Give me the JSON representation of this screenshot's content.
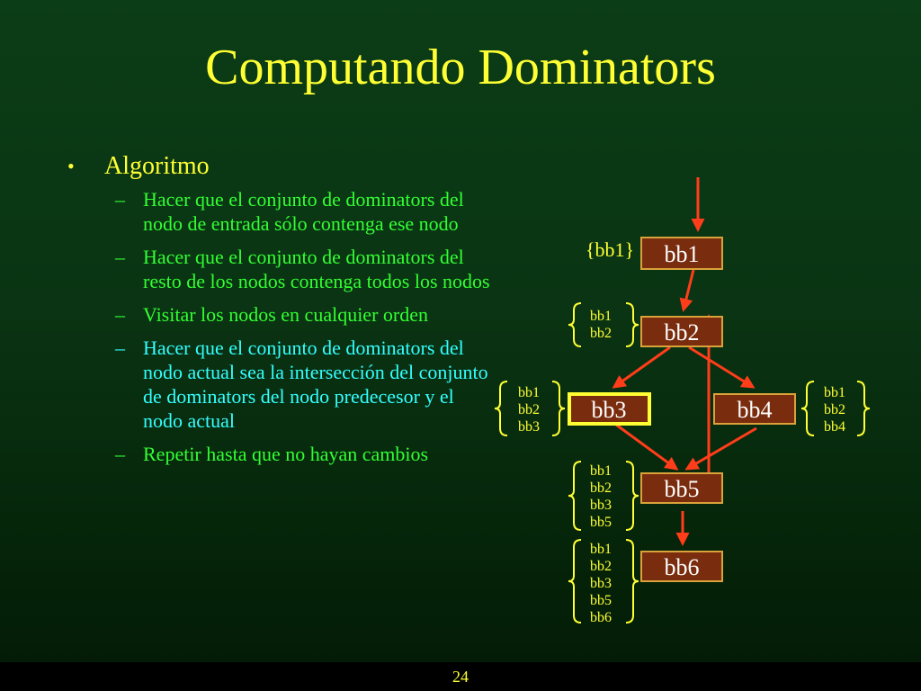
{
  "title": "Computando Dominators",
  "bullet": "Algoritmo",
  "steps": [
    {
      "text": "Hacer que el conjunto de dominators del nodo de entrada sólo contenga ese nodo",
      "color": "#33ff33"
    },
    {
      "text": "Hacer que el conjunto de dominators del resto de los nodos contenga todos los nodos",
      "color": "#33ff33"
    },
    {
      "text": "Visitar los nodos en cualquier orden",
      "color": "#33ff33"
    },
    {
      "text": "Hacer que el conjunto de dominators del nodo actual sea la intersección del conjunto de dominators del nodo predecesor y el nodo actual",
      "color": "#33ffff"
    },
    {
      "text": "Repetir hasta que no hayan cambios",
      "color": "#33ff33"
    }
  ],
  "nodes": [
    {
      "id": "bb1",
      "label": "bb1"
    },
    {
      "id": "bb2",
      "label": "bb2"
    },
    {
      "id": "bb3",
      "label": "bb3",
      "highlighted": true
    },
    {
      "id": "bb4",
      "label": "bb4"
    },
    {
      "id": "bb5",
      "label": "bb5"
    },
    {
      "id": "bb6",
      "label": "bb6"
    }
  ],
  "edges": [
    {
      "from": "entry",
      "to": "bb1"
    },
    {
      "from": "bb1",
      "to": "bb2"
    },
    {
      "from": "bb2",
      "to": "bb3"
    },
    {
      "from": "bb2",
      "to": "bb4"
    },
    {
      "from": "bb3",
      "to": "bb5"
    },
    {
      "from": "bb4",
      "to": "bb5"
    },
    {
      "from": "bb5",
      "to": "bb2"
    },
    {
      "from": "bb5",
      "to": "bb6"
    }
  ],
  "dominator_sets": {
    "bb1": "{bb1}",
    "bb2": [
      "bb1",
      "bb2"
    ],
    "bb3": [
      "bb1",
      "bb2",
      "bb3"
    ],
    "bb4": [
      "bb1",
      "bb2",
      "bb4"
    ],
    "bb5": [
      "bb1",
      "bb2",
      "bb3",
      "bb5"
    ],
    "bb6": [
      "bb1",
      "bb2",
      "bb3",
      "bb5",
      "bb6"
    ]
  },
  "page_number": "24",
  "colors": {
    "title": "#ffff33",
    "text": "#33ff33",
    "highlight_text": "#33ffff",
    "node_fill": "#7a2c0e",
    "node_border": "#d9a23a",
    "highlight_border": "#ffff33",
    "arrow": "#ff3d1a",
    "set_text": "#ffff33"
  }
}
